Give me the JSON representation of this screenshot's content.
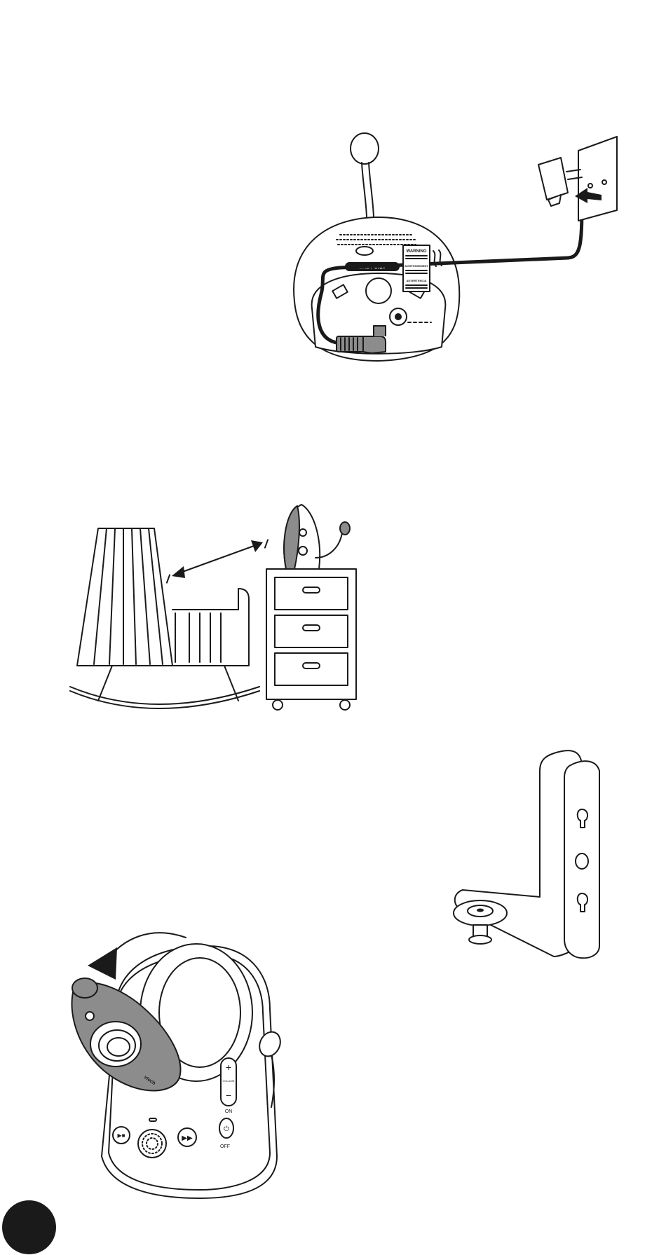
{
  "figure_power": {
    "unit_label": "BABY UNIT",
    "warning_labels": [
      "WARNING",
      "AVERTISSEMENT",
      "ADVERTENCIA"
    ]
  },
  "figure_camera": {
    "volume_label": "VOLUME",
    "power_on_label": "ON",
    "power_off_label": "OFF",
    "brand_label": "vtech"
  },
  "colors": {
    "ink": "#1a1a1a",
    "plastic_grey": "#8c8c8c",
    "background": "#ffffff"
  }
}
